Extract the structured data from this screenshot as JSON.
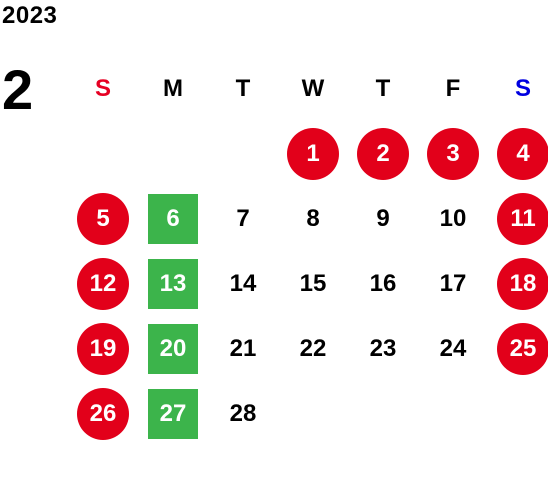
{
  "calendar": {
    "year": "2023",
    "month": "2",
    "weekdays": [
      {
        "label": "S",
        "type": "sun"
      },
      {
        "label": "M",
        "type": ""
      },
      {
        "label": "T",
        "type": ""
      },
      {
        "label": "W",
        "type": ""
      },
      {
        "label": "T",
        "type": ""
      },
      {
        "label": "F",
        "type": ""
      },
      {
        "label": "S",
        "type": "sat"
      }
    ],
    "first_weekday_index": 3,
    "days_in_month": 28,
    "red_circle_days": [
      1,
      2,
      3,
      4,
      5,
      11,
      12,
      18,
      19,
      25,
      26
    ],
    "green_square_days": [
      6,
      13,
      20,
      27
    ],
    "colors": {
      "red": "#e2001a",
      "green": "#3cb44b",
      "sunday_label": "#e60023",
      "saturday_label": "#0000e0"
    }
  }
}
